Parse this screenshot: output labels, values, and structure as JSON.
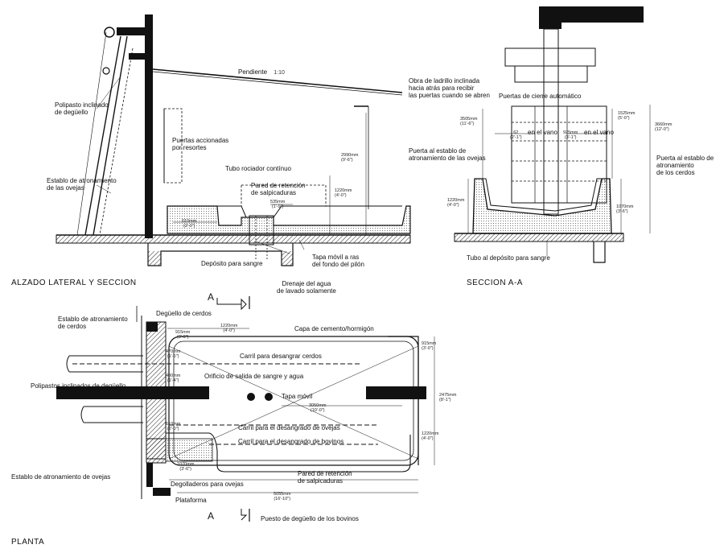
{
  "titles": {
    "elevation": "ALZADO LATERAL Y SECCION",
    "section": "SECCION A-A",
    "plan": "PLANTA",
    "section_mark": "A"
  },
  "elevation": {
    "slope_label": "Pendiente",
    "slope_value": "1:10",
    "hoist_label": [
      "Polipasto inclinado",
      "de degüello"
    ],
    "stun_pen_label": [
      "Establo de atronamiento",
      "de las ovejas"
    ],
    "doors_label": [
      "Puertas accionadas",
      "por resortes"
    ],
    "spray_label": "Tubo rociador contínuo",
    "splash_wall_label": [
      "Pared de retención",
      "de salpicaduras"
    ],
    "blood_tank_label": "Depósito para sangre",
    "lid_label": [
      "Tapa móvil a ras",
      "del fondo del pilón"
    ],
    "drain_label": [
      "Drenaje del agua",
      "de lavado solamente"
    ],
    "dims": {
      "d2990": [
        "2990mm",
        "(9'-6\")"
      ],
      "d1220": [
        "1220mm",
        "(4'-0\")"
      ],
      "d535": [
        "535mm",
        "(1'-9\")"
      ],
      "d610": [
        "610mm",
        "(2'-0\")"
      ]
    }
  },
  "section": {
    "brick_label": [
      "Obra de ladrillo inclinada",
      "hacia atrás para recibir",
      "las puertas cuando se abren"
    ],
    "auto_doors_label": "Puertas de cierre automático",
    "sheep_pen_door_label": [
      "Puerta al establo de",
      "atronamiento de las ovejas"
    ],
    "pig_pen_door_label": [
      "Puerta al establo de",
      "atronamiento",
      "de los cerdos"
    ],
    "in_gap_left": "en el vano",
    "in_gap_right": "en el vano",
    "tube_label": "Tubo al depósito para sangre",
    "dims": {
      "d3505": [
        "3505mm",
        "(11'-6\")"
      ],
      "d1525": [
        "1525mm",
        "(5'-0\")"
      ],
      "d3660": [
        "3660mm",
        "(12'-0\")"
      ],
      "d62": [
        "62",
        "(2'-1\")"
      ],
      "d925": [
        "925mm",
        "(3'-1\")"
      ],
      "d1220": [
        "1220mm",
        "(4'-0\")"
      ],
      "d1070": [
        "1070mm",
        "(3'-6\")"
      ]
    }
  },
  "plan": {
    "pig_slaughter_label": "Degüello de cerdos",
    "pig_stun_label": [
      "Establo de atronamiento",
      "de cerdos"
    ],
    "cement_label": "Capa de cemento/hormigón",
    "pig_rail_label": "Carril para desangrar cerdos",
    "outlet_label": "Orificio de salida de sangre y agua",
    "lid_label": "Tapa móvil",
    "hoists_label": "Polipastos inclinados de degüello",
    "sheep_rail_label": "Carril para el desangrado de ovejas",
    "cattle_rail_label": "Carril para el desangrado de bovinos",
    "splash_wall_label": [
      "Pared de retención",
      "de salpicaduras"
    ],
    "sheep_stun_label": "Establo de atronamiento de ovejas",
    "sheep_cutters_label": "Degolladeros para ovejas",
    "platform_label": "Plataforma",
    "cattle_post_label": "Puesto de degüello de los bovinos",
    "dims": {
      "d915a": [
        "915mm",
        "(3'-0\")"
      ],
      "d1220a": [
        "1220mm",
        "(4'-0\")"
      ],
      "d915b": [
        "915mm",
        "(3'-0\")"
      ],
      "d470": [
        "470mm",
        "(1'-6\")"
      ],
      "d400": [
        "400mm",
        "(1'-4\")"
      ],
      "d3050": [
        "3050mm",
        "(10'-0\")"
      ],
      "d2475": [
        "2475mm",
        "(8'-1\")"
      ],
      "d610": [
        "610mm",
        "(2'-0\")"
      ],
      "d1220b": [
        "1220mm",
        "(4'-0\")"
      ],
      "d1070": [
        "1070mm",
        "(3'-6\")"
      ],
      "d5055": [
        "5055mm",
        "(16'-10\")"
      ]
    }
  }
}
